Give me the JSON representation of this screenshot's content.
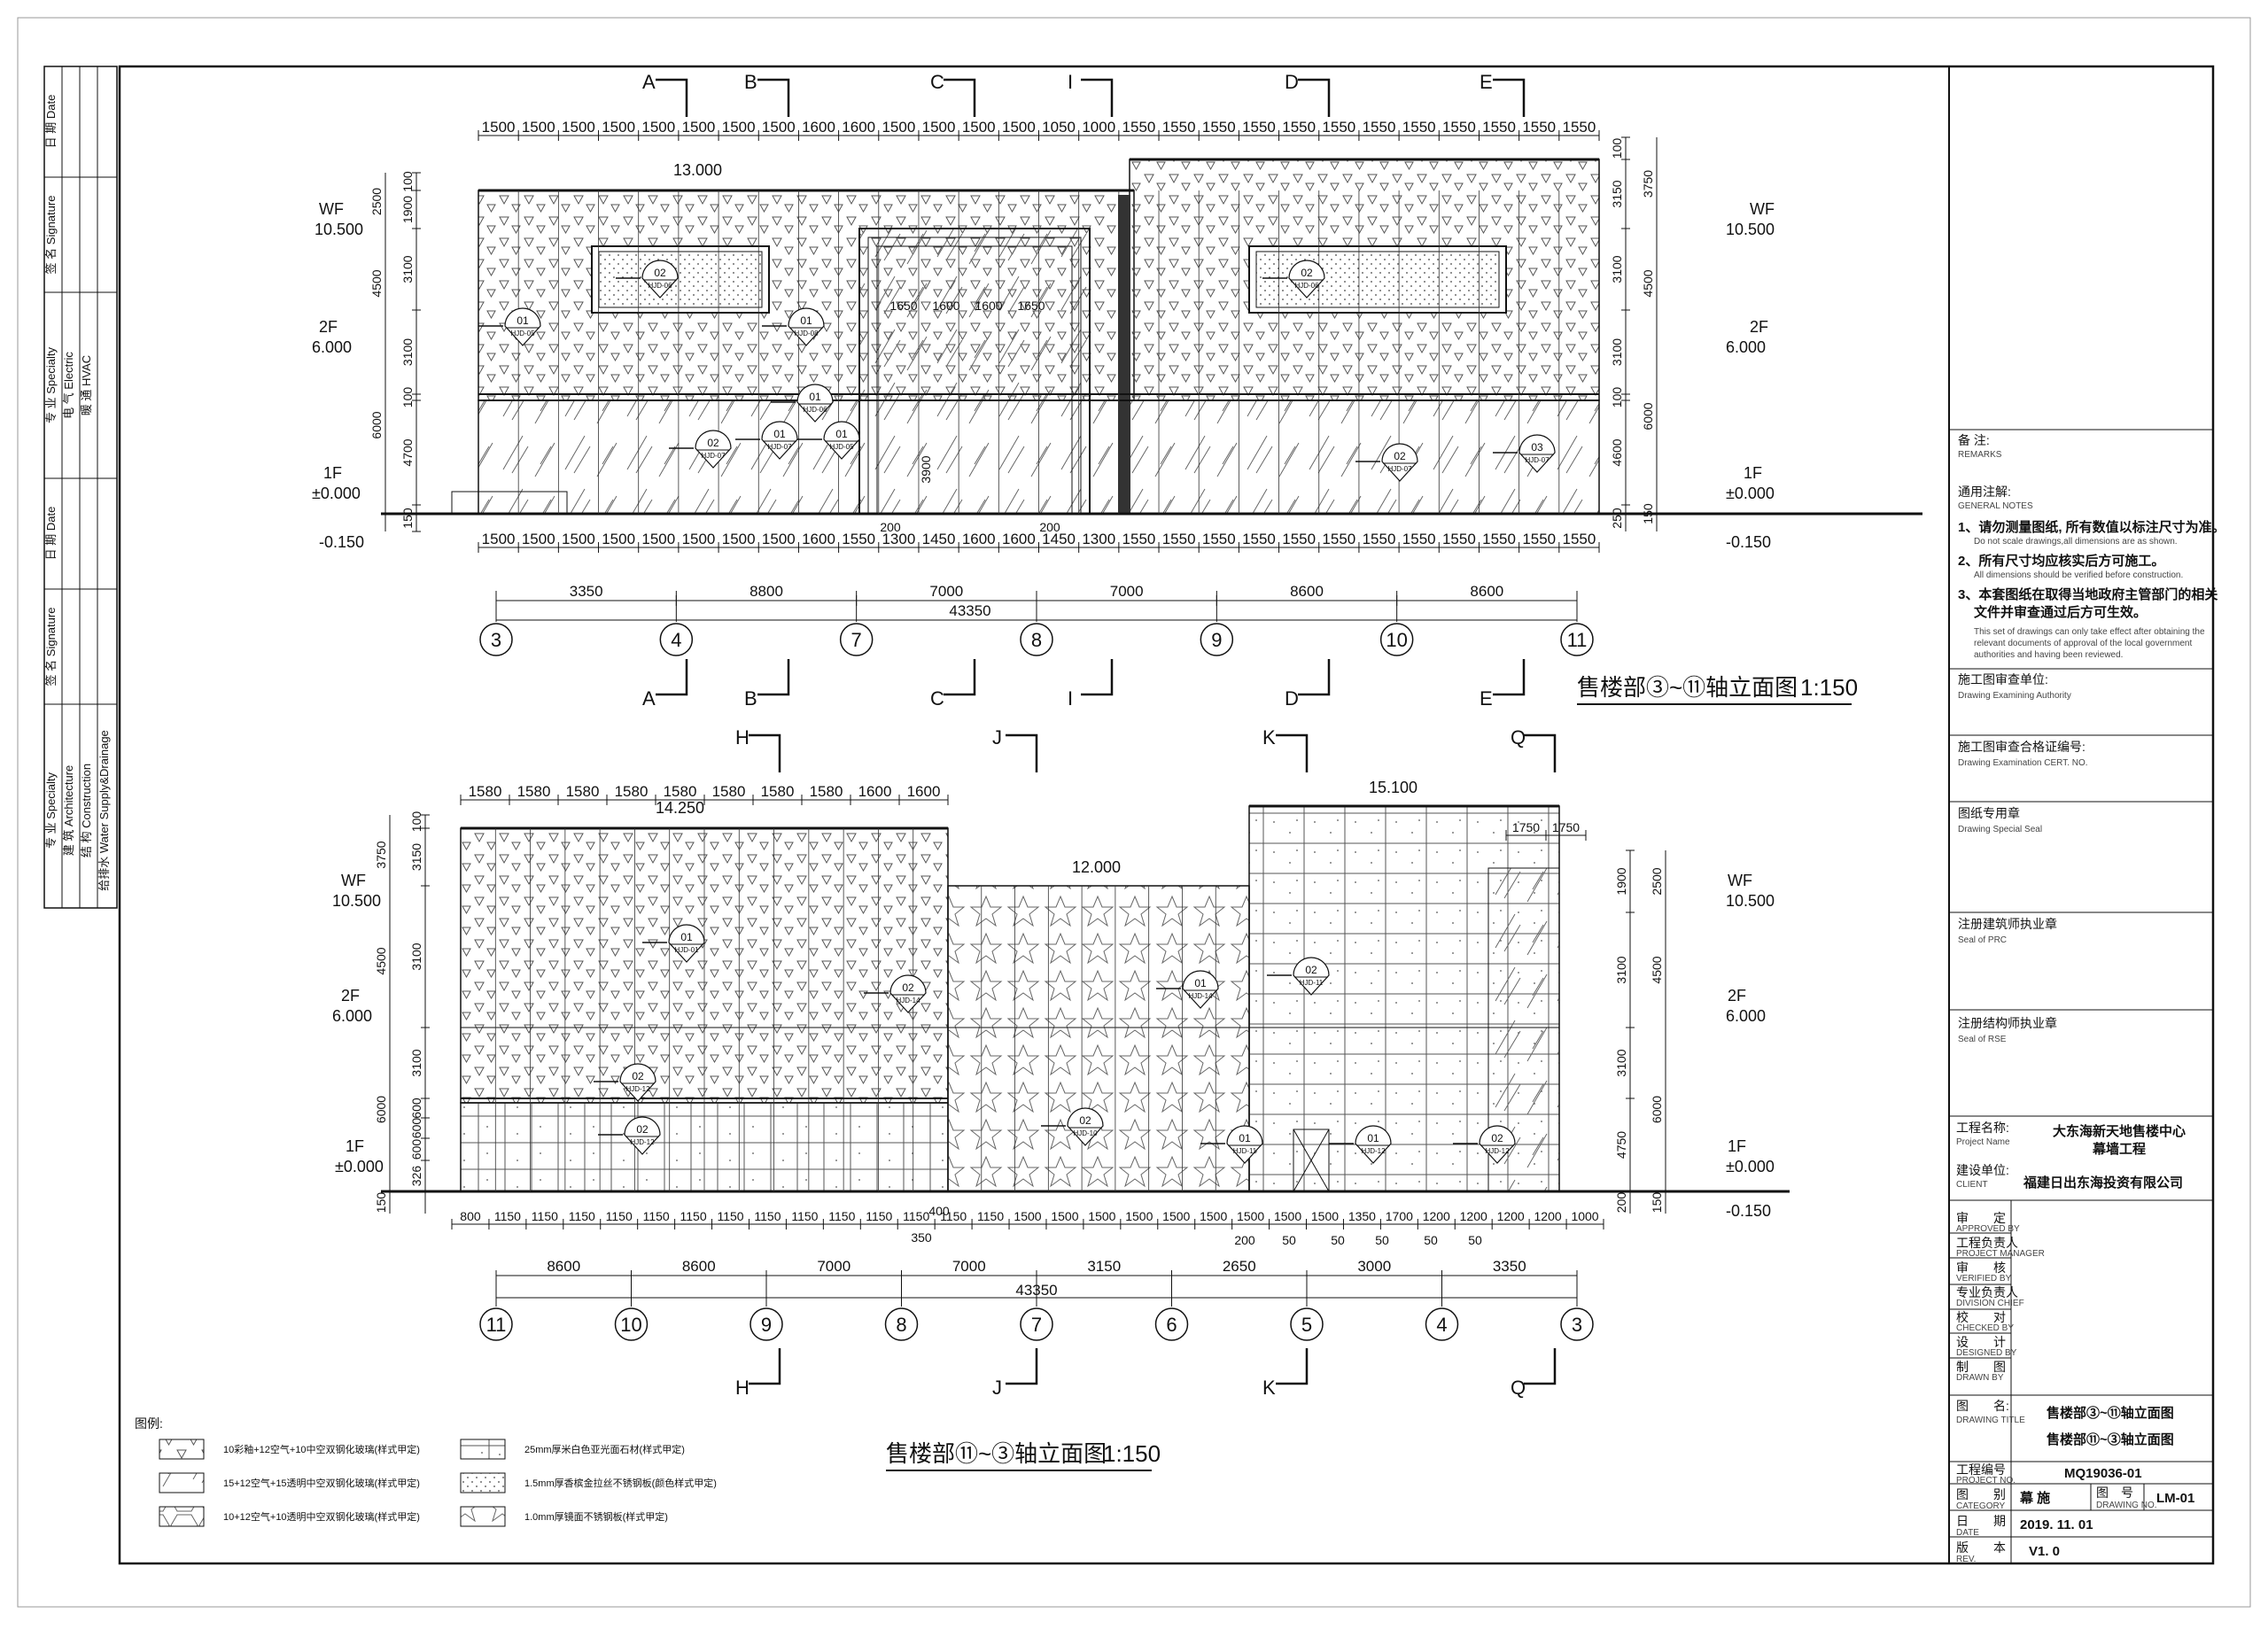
{
  "sidebar": {
    "stamps": [
      "日 期 Date",
      "签 名 Signature",
      "专 业 Specialty",
      "电 气 Electric",
      "暖 通 HVAC",
      "日 期 Date",
      "签 名 Signature",
      "专 业 Specialty",
      "建 筑 Architecture",
      "结 构 Construction",
      "给排水 Water Supply&Drainage"
    ]
  },
  "notes": {
    "remarks_cn": "备 注:",
    "remarks_en": "REMARKS",
    "general_cn": "通用注解:",
    "general_en": "GENERAL NOTES",
    "n1_cn": "1、请勿测量图纸, 所有数值以标注尺寸为准。",
    "n1_en": "Do not scale drawings,all dimensions are as shown.",
    "n2_cn": "2、所有尺寸均应核实后方可施工。",
    "n2_en": "All dimensions should be verified before construction.",
    "n3_cn_a": "3、本套图纸在取得当地政府主管部门的相关",
    "n3_cn_b": "文件并审查通过后方可生效。",
    "n3_en_a": "This set of drawings can only take effect after obtaining the",
    "n3_en_b": "relevant documents of approval of the local government",
    "n3_en_c": "authorities and having been reviewed."
  },
  "approval": {
    "exam_unit_cn": "施工图审查单位:",
    "exam_unit_en": "Drawing Examining Authority",
    "cert_cn": "施工图审查合格证编号:",
    "cert_en": "Drawing Examination CERT. NO.",
    "seal_cn": "图纸专用章",
    "seal_en": "Drawing Special Seal",
    "prc_cn": "注册建筑师执业章",
    "prc_en": "Seal of PRC",
    "rse_cn": "注册结构师执业章",
    "rse_en": "Seal of RSE"
  },
  "titleblock": {
    "project_label_cn": "工程名称:",
    "project_label_en": "Project Name",
    "project_name_1": "大东海新天地售楼中心",
    "project_name_2": "幕墙工程",
    "client_label_cn": "建设单位:",
    "client_label_en": "CLIENT",
    "client_name": "福建日出东海投资有限公司",
    "roles": [
      {
        "cn": "审　　定",
        "en": "APPROVED BY"
      },
      {
        "cn": "工程负责人",
        "en": "PROJECT MANAGER"
      },
      {
        "cn": "审　　核",
        "en": "VERIFIED BY"
      },
      {
        "cn": "专业负责人",
        "en": "DIVISION CHIEF"
      },
      {
        "cn": "校　　对",
        "en": "CHECKED BY"
      },
      {
        "cn": "设　　计",
        "en": "DESIGNED BY"
      },
      {
        "cn": "制　　图",
        "en": "DRAWN BY"
      }
    ],
    "title_label_cn": "图　　名:",
    "title_label_en": "DRAWING TITLE",
    "title_1": "售楼部③~⑪轴立面图",
    "title_2": "售楼部⑪~③轴立面图",
    "projno_label_cn": "工程编号",
    "projno_label_en": "PROJECT NO.",
    "projno": "MQ19036-01",
    "cat_label_cn": "图　　别",
    "cat_label_en": "CATEGORY",
    "cat": "幕 施",
    "dwgno_label_cn": "图　号",
    "dwgno_label_en": "DRAWING NO.",
    "dwgno": "LM-01",
    "date_label_cn": "日　　期",
    "date_label_en": "DATE",
    "date": "2019. 11. 01",
    "rev_label_cn": "版　　本",
    "rev_label_en": "REV.",
    "rev": "V1. 0"
  },
  "top_elevation": {
    "title": "售楼部③~⑪轴立面图",
    "scale": "1:150",
    "section_marks": [
      "A",
      "B",
      "C",
      "I",
      "D",
      "E"
    ],
    "top_dims": [
      "1500",
      "1500",
      "1500",
      "1500",
      "1500",
      "1500",
      "1500",
      "1500",
      "1600",
      "1600",
      "1500",
      "1500",
      "1500",
      "1500",
      "1050",
      "1000",
      "1550",
      "1550",
      "1550",
      "1550",
      "1550",
      "1550",
      "1550",
      "1550",
      "1550",
      "1550",
      "1550",
      "1550"
    ],
    "bottom_dims": [
      "1500",
      "1500",
      "1500",
      "1500",
      "1500",
      "1500",
      "1500",
      "1500",
      "1600",
      "1550",
      "1300",
      "1450",
      "1600",
      "1600",
      "1450",
      "1300",
      "1550",
      "1550",
      "1550",
      "1550",
      "1550",
      "1550",
      "1550",
      "1550",
      "1550",
      "1550",
      "1550",
      "1550"
    ],
    "bay_dims": [
      "3350",
      "8800",
      "7000",
      "7000",
      "8600",
      "8600"
    ],
    "total": "43350",
    "axes": [
      "3",
      "4",
      "7",
      "8",
      "9",
      "10",
      "11"
    ],
    "levels": {
      "wf": "WF",
      "wf_v": "10.500",
      "f2": "2F",
      "f2_v": "6.000",
      "f1": "1F",
      "f1_v": "±0.000",
      "base": "-0.150",
      "parapet": "13.000"
    },
    "left_dims": [
      "100",
      "1900",
      "3100",
      "3100",
      "100",
      "4700",
      "150"
    ],
    "left_dims2": [
      "2500",
      "4500",
      "6000"
    ],
    "right_dims": [
      "100",
      "3150",
      "3100",
      "3100",
      "100",
      "4600",
      "250"
    ],
    "right_dims2": [
      "3750",
      "4500",
      "6000",
      "150"
    ],
    "door_dims": [
      "1650",
      "1600",
      "1600",
      "1650"
    ],
    "door_extra": [
      "200",
      "200",
      "3900"
    ],
    "tags": [
      {
        "n": "02",
        "c": "HJD-06"
      },
      {
        "n": "01",
        "c": "HJD-05"
      },
      {
        "n": "01",
        "c": "HJD-08"
      },
      {
        "n": "01",
        "c": "HJD-06"
      },
      {
        "n": "02",
        "c": "HJD-07"
      },
      {
        "n": "01",
        "c": "HJD-07"
      },
      {
        "n": "01",
        "c": "HJD-05"
      },
      {
        "n": "02",
        "c": "HJD-06"
      },
      {
        "n": "02",
        "c": "HJD-07"
      },
      {
        "n": "03",
        "c": "HJD-07"
      }
    ]
  },
  "bottom_elevation": {
    "title": "售楼部⑪~③轴立面图",
    "scale": "1:150",
    "section_marks": [
      "H",
      "J",
      "K",
      "Q"
    ],
    "top_dims_left": [
      "1580",
      "1580",
      "1580",
      "1580",
      "1580",
      "1580",
      "1580",
      "1580",
      "1600",
      "1600"
    ],
    "top_dims_right": [
      "1750",
      "1750"
    ],
    "bottom_dims": [
      "800",
      "1150",
      "1150",
      "1150",
      "1150",
      "1150",
      "1150",
      "1150",
      "1150",
      "1150",
      "1150",
      "1150",
      "1150",
      "1150",
      "1150",
      "1500",
      "1500",
      "1500",
      "1500",
      "1500",
      "1500",
      "1500",
      "1500",
      "1500",
      "1350",
      "1700",
      "1200",
      "1200",
      "1200",
      "1200",
      "1000"
    ],
    "sub_dims": [
      "400",
      "350",
      "200",
      "50",
      "50",
      "50",
      "50",
      "50"
    ],
    "bay_dims": [
      "8600",
      "8600",
      "7000",
      "7000",
      "3150",
      "2650",
      "3000",
      "3350"
    ],
    "total": "43350",
    "axes": [
      "11",
      "10",
      "9",
      "8",
      "7",
      "6",
      "5",
      "4",
      "3"
    ],
    "levels": {
      "wf": "WF",
      "wf_v": "10.500",
      "f2": "2F",
      "f2_v": "6.000",
      "f1": "1F",
      "f1_v": "±0.000",
      "base": "-0.150",
      "p1": "14.250",
      "p2": "12.000",
      "p3": "15.100"
    },
    "left_dims": [
      "100",
      "3150",
      "3100",
      "3100",
      "600",
      "600",
      "600",
      "326"
    ],
    "left_dims2": [
      "3750",
      "4500",
      "6000",
      "150"
    ],
    "right_dims": [
      "1900",
      "3100",
      "3100",
      "4750",
      "200"
    ],
    "right_dims2": [
      "2500",
      "4500",
      "6000",
      "150"
    ],
    "tags": [
      {
        "n": "01",
        "c": "HJD-01"
      },
      {
        "n": "02",
        "c": "HJD-14"
      },
      {
        "n": "02",
        "c": "HJD-12"
      },
      {
        "n": "02",
        "c": "HJD-11"
      },
      {
        "n": "01",
        "c": "HJD-14"
      },
      {
        "n": "02",
        "c": "HJD-12"
      },
      {
        "n": "02",
        "c": "HJD-10"
      },
      {
        "n": "01",
        "c": "HJD-11"
      },
      {
        "n": "01",
        "c": "HJD-12"
      },
      {
        "n": "02",
        "c": "HJD-12"
      }
    ]
  },
  "legend": {
    "title": "图例:",
    "items": [
      {
        "label": "10彩釉+12空气+10中空双钢化玻璃(样式甲定)",
        "pattern": "tri"
      },
      {
        "label": "15+12空气+15透明中空双钢化玻璃(样式甲定)",
        "pattern": "glass"
      },
      {
        "label": "10+12空气+10透明中空双钢化玻璃(样式甲定)",
        "pattern": "hex"
      },
      {
        "label": "25mm厚米白色亚光面石材(样式甲定)",
        "pattern": "stone"
      },
      {
        "label": "1.5mm厚香槟金拉丝不锈钢板(颜色样式甲定)",
        "pattern": "dots"
      },
      {
        "label": "1.0mm厚镜面不锈钢板(样式甲定)",
        "pattern": "star"
      }
    ]
  }
}
